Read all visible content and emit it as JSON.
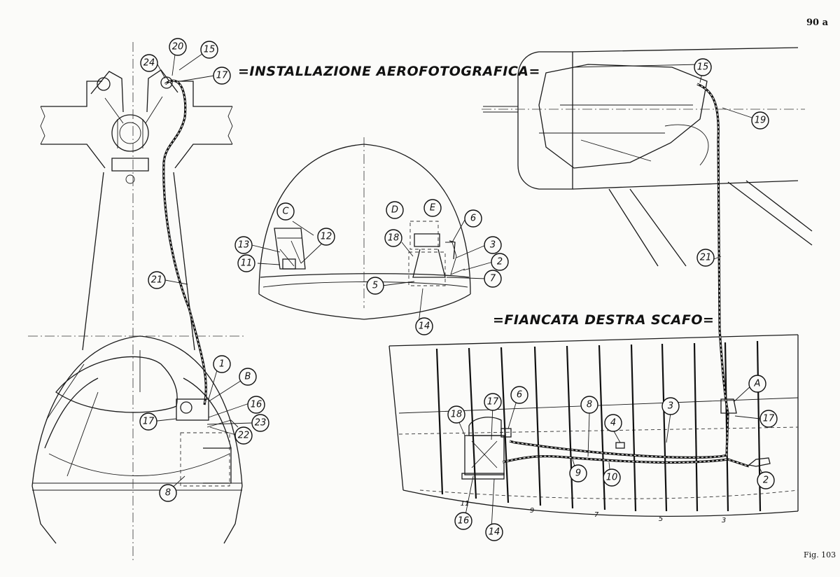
{
  "page_number": "90 a",
  "figure_label": "Fig. 103",
  "title_top": "=INSTALLAZIONE AEROFOTOGRAFICA=",
  "title_side": "=FIANCATA DESTRA SCAFO=",
  "front_view": {
    "callouts": [
      "20",
      "15",
      "24",
      "17",
      "21",
      "1",
      "B",
      "16",
      "17",
      "23",
      "22",
      "8"
    ]
  },
  "section_view": {
    "callouts": [
      "C",
      "12",
      "13",
      "11",
      "D",
      "E",
      "6",
      "18",
      "3",
      "2",
      "5",
      "7",
      "14"
    ]
  },
  "side_view": {
    "callouts": [
      "15",
      "19",
      "21",
      "A",
      "17",
      "3",
      "4",
      "8",
      "6",
      "17",
      "18",
      "9",
      "10",
      "2",
      "16",
      "14"
    ],
    "plain_labels": [
      "11"
    ],
    "frame_numbers": [
      "9",
      "7",
      "5",
      "3"
    ]
  }
}
